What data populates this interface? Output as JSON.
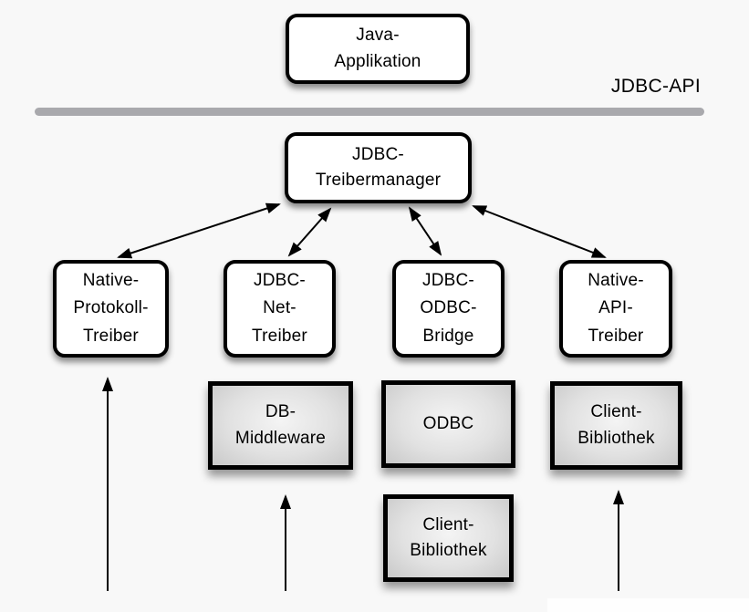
{
  "diagram": {
    "api_label": "JDBC-API",
    "nodes": {
      "java_application": "Java-\nApplikation",
      "driver_manager": "JDBC-\nTreibermanager",
      "native_protocol_driver": "Native-\nProtokoll-\nTreiber",
      "jdbc_net_driver": "JDBC-\nNet-\nTreiber",
      "jdbc_odbc_bridge": "JDBC-\nODBC-\nBridge",
      "native_api_driver": "Native-\nAPI-\nTreiber",
      "db_middleware": "DB-\nMiddleware",
      "odbc": "ODBC",
      "client_library_right": "Client-\nBibliothek",
      "client_library_bottom": "Client-\nBibliothek"
    },
    "colors": {
      "background": "#f8f8f8",
      "api_line": "#a9a9ad",
      "box_border": "#000000",
      "box_fill_white": "#ffffff",
      "box_fill_gray_center": "#f4f4f4",
      "box_fill_gray_edge": "#c9c9c9",
      "text": "#000000"
    }
  }
}
